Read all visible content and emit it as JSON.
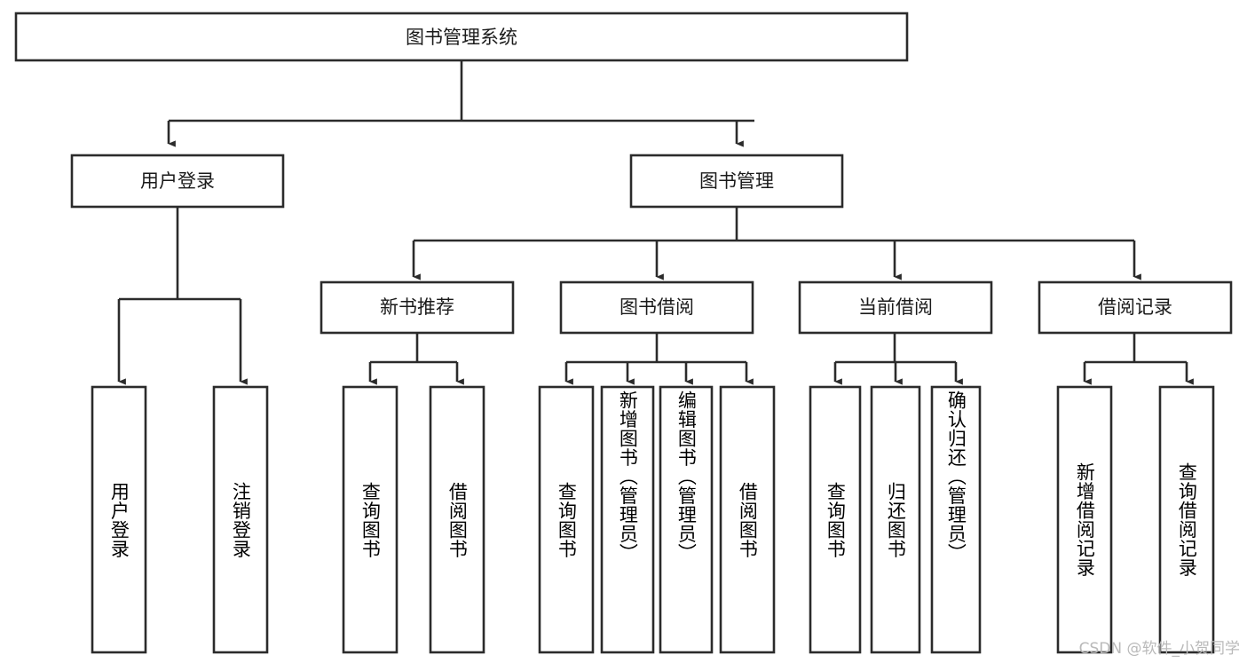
{
  "diagram": {
    "type": "tree-hierarchy",
    "title": "图书管理系统",
    "colors": {
      "stroke": "#2b2b2b",
      "box_fill": "#ffffff",
      "text": "#1a1a1a",
      "background": "#ffffff",
      "watermark": "#b9b9b9"
    },
    "root": {
      "label": "图书管理系统"
    },
    "level2": [
      {
        "label": "用户登录"
      },
      {
        "label": "图书管理"
      }
    ],
    "level3": [
      {
        "label": "新书推荐"
      },
      {
        "label": "图书借阅"
      },
      {
        "label": "当前借阅"
      },
      {
        "label": "借阅记录"
      }
    ],
    "leaves": {
      "user_login": [
        {
          "label": "用户登录"
        },
        {
          "label": "注销登录"
        }
      ],
      "new_book_recommend": [
        {
          "label": "查询图书"
        },
        {
          "label": "借阅图书"
        }
      ],
      "book_borrow": [
        {
          "label": "查询图书"
        },
        {
          "label": "新增图书（管理员）"
        },
        {
          "label": "编辑图书（管理员）"
        },
        {
          "label": "借阅图书"
        }
      ],
      "current_borrow": [
        {
          "label": "查询图书"
        },
        {
          "label": "归还图书"
        },
        {
          "label": "确认归还（管理员）"
        }
      ],
      "borrow_record": [
        {
          "label": "新增借阅记录"
        },
        {
          "label": "查询借阅记录"
        }
      ]
    }
  },
  "watermark": {
    "text": "CSDN @软件_小贺同学"
  }
}
